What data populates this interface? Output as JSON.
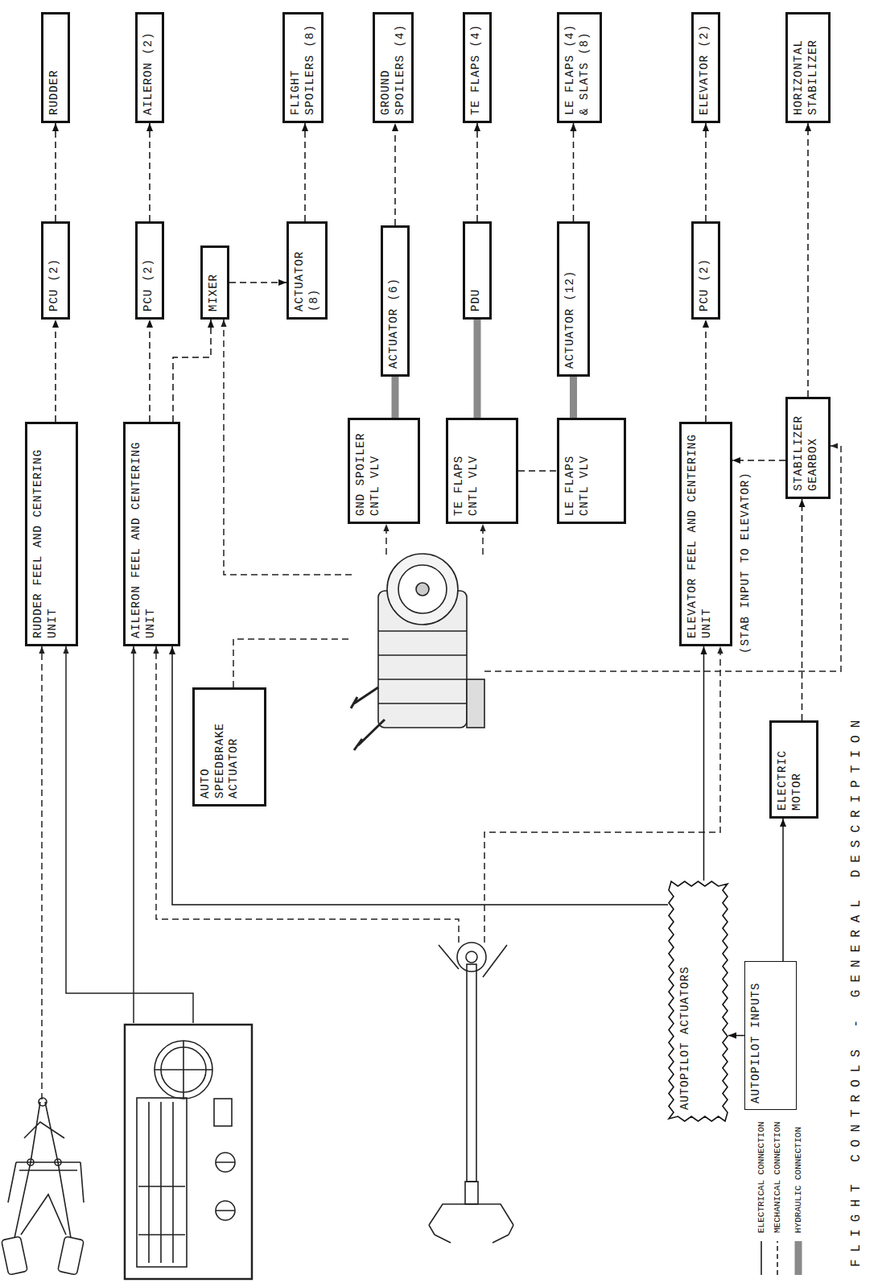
{
  "diagram": {
    "title": "FLIGHT CONTROLS - GENERAL DESCRIPTION",
    "nodes": [
      {
        "text": [
          "RUDDER FEEL AND CENTERING UNIT"
        ]
      },
      {
        "text": [
          "PCU (2)"
        ]
      },
      {
        "text": [
          "RUDDER"
        ]
      },
      {
        "text": [
          "AILERON FEEL AND CENTERING UNIT"
        ]
      },
      {
        "text": [
          "PCU (2)"
        ]
      },
      {
        "text": [
          "AILERON (2)"
        ]
      },
      {
        "text": [
          "MIXER"
        ]
      },
      {
        "text": [
          "AUTO SPEEDBRAKE ACTUATOR"
        ]
      },
      {
        "text": [
          "ACTUATOR (8)"
        ]
      },
      {
        "text": [
          "FLIGHT SPOILERS (8)"
        ]
      },
      {
        "text": [
          "GND SPOILER CNTL VLV"
        ]
      },
      {
        "text": [
          "ACTUATOR (6)"
        ]
      },
      {
        "text": [
          "GROUND SPOILERS (4)"
        ]
      },
      {
        "text": [
          "TE FLAPS CNTL VLV"
        ]
      },
      {
        "text": [
          "PDU"
        ]
      },
      {
        "text": [
          "TE FLAPS (4)"
        ]
      },
      {
        "text": [
          "LE FLAPS CNTL VLV"
        ]
      },
      {
        "text": [
          "ACTUATOR (12)"
        ]
      },
      {
        "text": [
          "LE FLAPS (4) & SLATS (8)"
        ]
      },
      {
        "text": [
          "AUTOPILOT ACTUATORS"
        ]
      },
      {
        "text": [
          "ELEVATOR FEEL AND CENTERING UNIT"
        ]
      },
      {
        "text": [
          "PCU (2)"
        ]
      },
      {
        "text": [
          "ELEVATOR (2)"
        ]
      },
      {
        "text": [
          "AUTOPILOT INPUTS"
        ]
      },
      {
        "text": [
          "ELECTRIC MOTOR"
        ]
      },
      {
        "text": [
          "STABILIZER GEARBOX"
        ]
      },
      {
        "text": [
          "HORIZONTAL STABILIZER"
        ]
      }
    ],
    "edges": [
      {
        "from": 0,
        "to": 1,
        "arrow": "to"
      },
      {
        "from": 1,
        "to": 2,
        "arrow": "to"
      },
      {
        "from": 3,
        "to": 4,
        "arrow": "to"
      },
      {
        "from": 4,
        "to": 5,
        "arrow": "to"
      },
      {
        "from": 3,
        "to": 6,
        "arrow": "to"
      },
      {
        "from": 6,
        "to": 8,
        "arrow": "to"
      },
      {
        "from": 8,
        "to": 9,
        "arrow": "to"
      },
      {
        "from": 10,
        "to": 11,
        "arrow": "none"
      },
      {
        "from": 11,
        "to": 12,
        "arrow": "to"
      },
      {
        "from": 13,
        "to": 14,
        "arrow": "none"
      },
      {
        "from": 14,
        "to": 15,
        "arrow": "to"
      },
      {
        "from": 16,
        "to": 17,
        "arrow": "none"
      },
      {
        "from": 17,
        "to": 18,
        "arrow": "to"
      },
      {
        "from": 13,
        "to": 16,
        "arrow": "none"
      },
      {
        "from": 20,
        "to": 21,
        "arrow": "to"
      },
      {
        "from": 21,
        "to": 22,
        "arrow": "to"
      },
      {
        "from": 25,
        "to": 26,
        "arrow": "to"
      },
      {
        "from": 24,
        "to": 25,
        "arrow": "to"
      },
      {
        "from": 23,
        "to": 19,
        "arrow": "to"
      },
      {
        "from": 23,
        "to": 24,
        "arrow": "to"
      },
      {
        "from": 19,
        "to": 20,
        "arrow": "to"
      },
      {
        "from": 19,
        "to": 3,
        "arrow": "to"
      },
      {
        "from": 25,
        "to": 20,
        "arrow": "to"
      }
    ],
    "labels": [
      "(STAB INPUT TO ELEVATOR)"
    ],
    "legend": [
      {
        "text": "ELECTRICAL CONNECTION"
      },
      {
        "text": "MECHANICAL CONNECTION"
      },
      {
        "text": "HYDRAULIC CONNECTION"
      }
    ]
  }
}
